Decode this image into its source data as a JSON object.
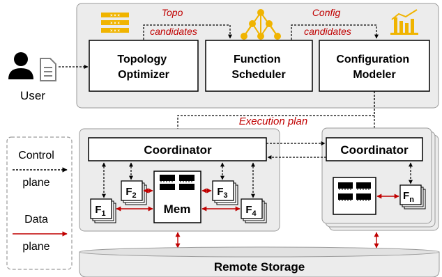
{
  "planner": {
    "topology_optimizer": [
      "Topology",
      "Optimizer"
    ],
    "function_scheduler": [
      "Function",
      "Scheduler"
    ],
    "configuration_modeler": [
      "Configuration",
      "Modeler"
    ],
    "topo_candidates": [
      "Topo",
      "candidates"
    ],
    "config_candidates": [
      "Config",
      "candidates"
    ]
  },
  "user_label": "User",
  "execution_plan": "Execution plan",
  "node_left": {
    "coordinator": "Coordinator",
    "mem": "Mem",
    "functions": [
      {
        "base": "F",
        "sub": "1"
      },
      {
        "base": "F",
        "sub": "2"
      },
      {
        "base": "F",
        "sub": "3"
      },
      {
        "base": "F",
        "sub": "4"
      }
    ]
  },
  "node_right": {
    "coordinator": "Coordinator",
    "function": {
      "base": "F",
      "sub": "n"
    }
  },
  "legend": {
    "control": [
      "Control",
      "plane"
    ],
    "data": [
      "Data",
      "plane"
    ]
  },
  "storage": "Remote Storage",
  "colors": {
    "panel": "#ececec",
    "panel_border": "#9a9a9a",
    "data_arrow": "#c00000",
    "accent_text": "#c00000",
    "icon_gold": "#f0b400"
  }
}
